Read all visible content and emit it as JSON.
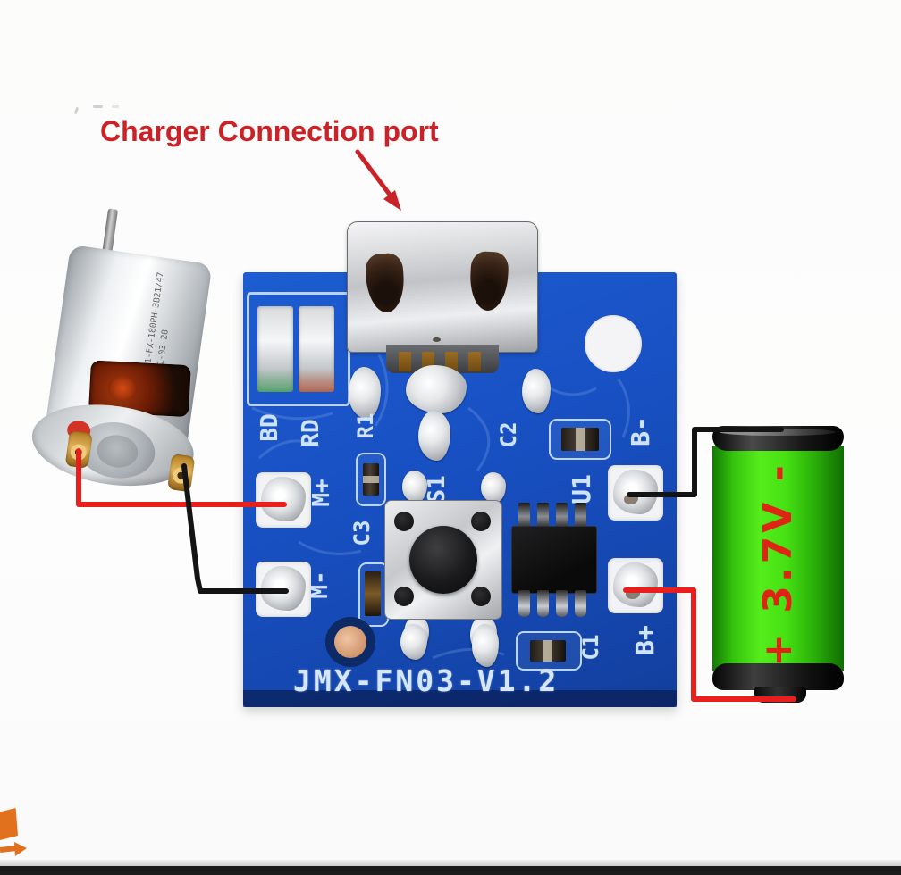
{
  "annotation": {
    "label": "Charger Connection port",
    "color": "#cb2227",
    "arrow_icon": "arrow-down-right"
  },
  "pcb": {
    "board_name": "JMX-FN03-V1.2",
    "board_color": "#1850c2",
    "silkscreen_color": "#d6e6fb",
    "labels": {
      "led_blue": "BD",
      "led_red": "RD",
      "resistor": "R1",
      "cap_top": "C2",
      "cap_left": "C3",
      "cap_bottom": "C1",
      "switch": "S1",
      "ic": "U1",
      "motor_positive": "M+",
      "motor_negative": "M-",
      "battery_negative": "B-",
      "battery_positive": "B+"
    }
  },
  "motor": {
    "label_line1": "01-FX-180PH-3B21/47",
    "label_line2": "11-03-28"
  },
  "battery": {
    "label": "+ 3.7V -",
    "body_color": "#3ed312",
    "text_color": "#e02414"
  },
  "wires": {
    "motor_positive_color": "#e81f1c",
    "motor_negative_color": "#141414",
    "battery_negative_color": "#141414",
    "battery_positive_color": "#e81f1c"
  },
  "watermark": {
    "icon_color": "#e2711d"
  }
}
